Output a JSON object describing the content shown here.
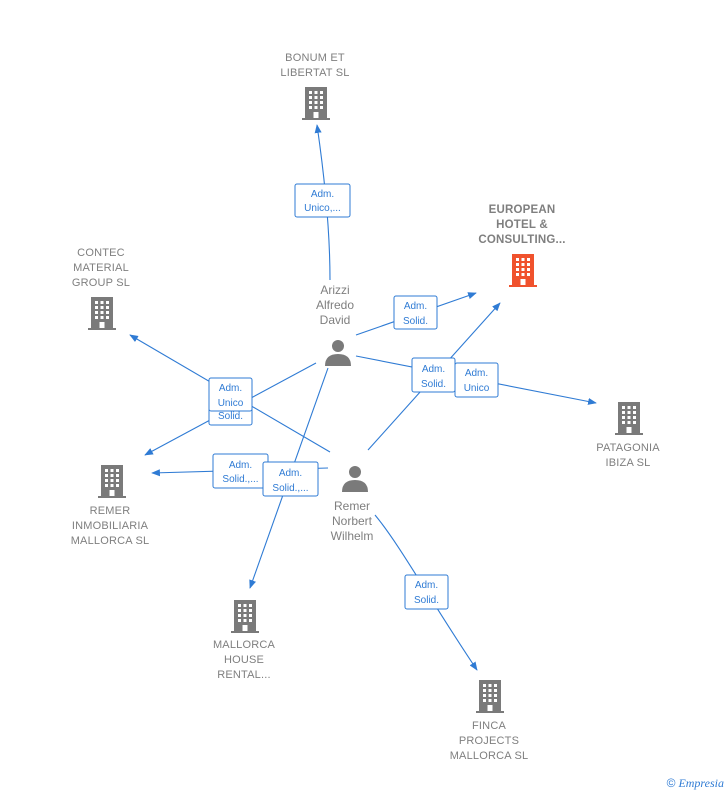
{
  "colors": {
    "edge": "#2f7bd4",
    "building": "#7a7a7a",
    "highlight": "#f0522d",
    "person": "#7a7a7a"
  },
  "companies": [
    {
      "id": "bonum",
      "lines": [
        "BONUM ET",
        "LIBERTAT  SL"
      ],
      "icon": "building-icon",
      "highlight": false
    },
    {
      "id": "european",
      "lines": [
        "EUROPEAN",
        "HOTEL &",
        "CONSULTING..."
      ],
      "icon": "building-icon",
      "highlight": true
    },
    {
      "id": "contec",
      "lines": [
        "CONTEC",
        "MATERIAL",
        "GROUP  SL"
      ],
      "icon": "building-icon",
      "highlight": false
    },
    {
      "id": "patagonia",
      "lines": [
        "PATAGONIA",
        "IBIZA  SL"
      ],
      "icon": "building-icon",
      "highlight": false
    },
    {
      "id": "remer_inmo",
      "lines": [
        "REMER",
        "INMOBILIARIA",
        "MALLORCA  SL"
      ],
      "icon": "building-icon",
      "highlight": false
    },
    {
      "id": "mallorca_house",
      "lines": [
        "MALLORCA",
        "HOUSE",
        "RENTAL..."
      ],
      "icon": "building-icon",
      "highlight": false
    },
    {
      "id": "finca",
      "lines": [
        "FINCA",
        "PROJECTS",
        "MALLORCA  SL"
      ],
      "icon": "building-icon",
      "highlight": false
    }
  ],
  "persons": [
    {
      "id": "arizzi",
      "lines": [
        "Arizzi",
        "Alfredo",
        "David"
      ],
      "icon": "person-icon"
    },
    {
      "id": "remer",
      "lines": [
        "Remer",
        "Norbert",
        "Wilhelm"
      ],
      "icon": "person-icon"
    }
  ],
  "relations": [
    {
      "id": "r1",
      "lines": [
        "Adm.",
        "Unico,..."
      ]
    },
    {
      "id": "r2",
      "lines": [
        "Adm.",
        "Solid."
      ]
    },
    {
      "id": "r3",
      "lines": [
        "Adm.",
        "Solid."
      ]
    },
    {
      "id": "r4",
      "lines": [
        "Adm.",
        "Unico"
      ]
    },
    {
      "id": "r5",
      "lines": [
        "Solid."
      ]
    },
    {
      "id": "r6",
      "lines": [
        "Adm.",
        "Unico"
      ]
    },
    {
      "id": "r7",
      "lines": [
        "Adm.",
        "Solid.,..."
      ]
    },
    {
      "id": "r8",
      "lines": [
        "Adm.",
        "Solid.,..."
      ]
    },
    {
      "id": "r9",
      "lines": [
        "Adm.",
        "Solid."
      ]
    }
  ],
  "footer": {
    "copyright": "©",
    "brand": "Empresia"
  }
}
